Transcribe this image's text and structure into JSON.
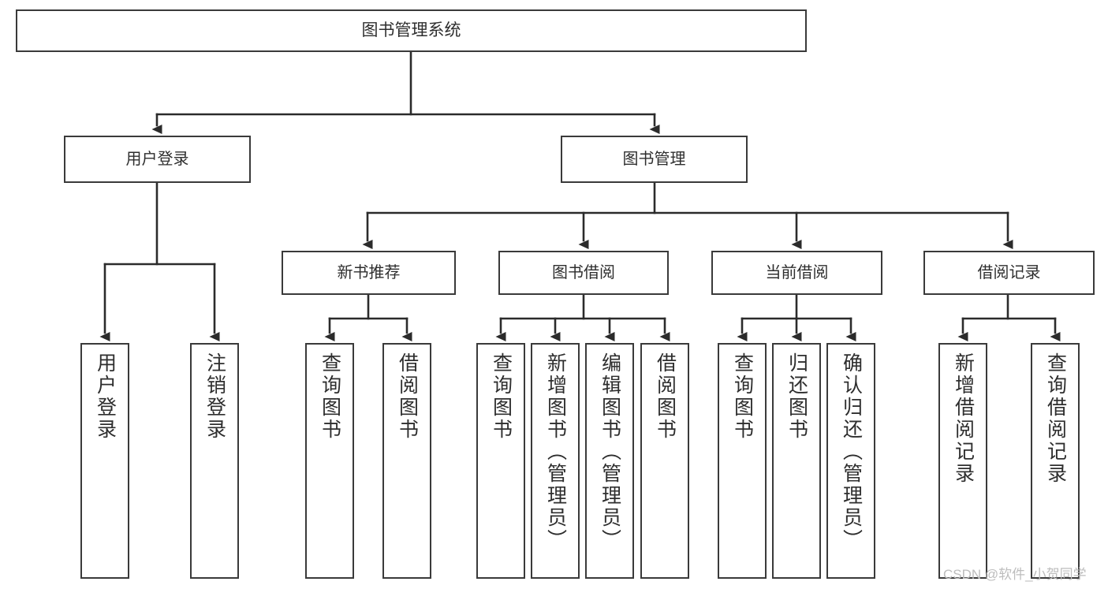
{
  "diagram": {
    "type": "tree",
    "title": "图书管理系统",
    "root": {
      "label": "图书管理系统"
    },
    "level2": [
      {
        "label": "用户登录"
      },
      {
        "label": "图书管理"
      }
    ],
    "level3": [
      {
        "label": "新书推荐",
        "parent": "图书管理"
      },
      {
        "label": "图书借阅",
        "parent": "图书管理"
      },
      {
        "label": "当前借阅",
        "parent": "图书管理"
      },
      {
        "label": "借阅记录",
        "parent": "图书管理"
      }
    ],
    "leaves": [
      {
        "label": "用户登录",
        "parent": "用户登录"
      },
      {
        "label": "注销登录",
        "parent": "用户登录"
      },
      {
        "label": "查询图书",
        "parent": "新书推荐"
      },
      {
        "label": "借阅图书",
        "parent": "新书推荐"
      },
      {
        "label": "查询图书",
        "parent": "图书借阅"
      },
      {
        "label": "新增图书（管理员）",
        "parent": "图书借阅"
      },
      {
        "label": "编辑图书（管理员）",
        "parent": "图书借阅"
      },
      {
        "label": "借阅图书",
        "parent": "图书借阅"
      },
      {
        "label": "查询图书",
        "parent": "当前借阅"
      },
      {
        "label": "归还图书",
        "parent": "当前借阅"
      },
      {
        "label": "确认归还（管理员）",
        "parent": "当前借阅"
      },
      {
        "label": "新增借阅记录",
        "parent": "借阅记录"
      },
      {
        "label": "查询借阅记录",
        "parent": "借阅记录"
      }
    ]
  },
  "watermark": {
    "text": "CSDN @软件_小贺同学"
  },
  "colors": {
    "border": "#3a3a3a",
    "text": "#2e2e2e",
    "background": "#ffffff",
    "watermark": "#bdbdbd"
  }
}
